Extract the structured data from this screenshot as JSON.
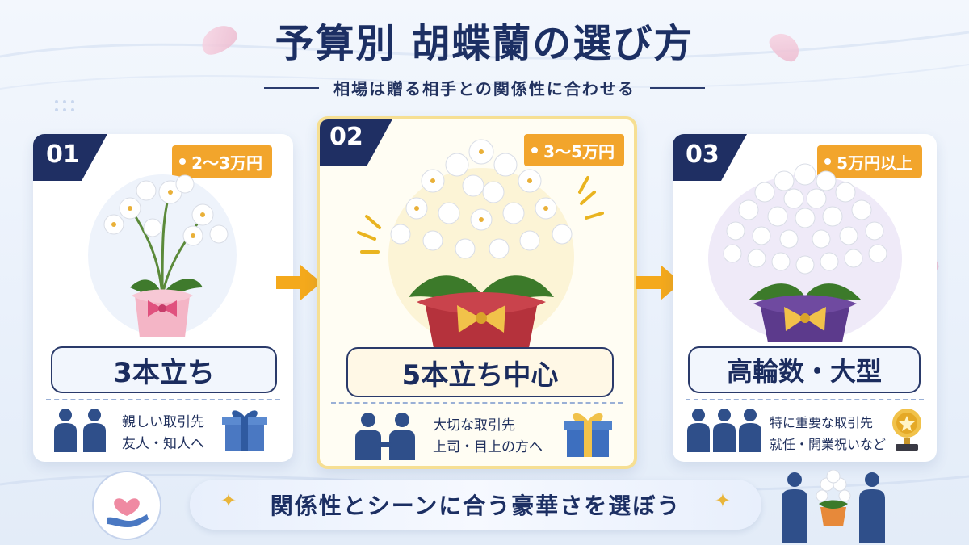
{
  "title": "予算別 胡蝶蘭の選び方",
  "subtitle": "相場は贈る相手との関係性に合わせる",
  "cards": [
    {
      "num": "01",
      "price": "2〜3万円",
      "label": "3本立ち",
      "desc": [
        "親しい取引先",
        "友人・知人へ"
      ]
    },
    {
      "num": "02",
      "price": "3〜5万円",
      "label": "5本立ち中心",
      "desc": [
        "大切な取引先",
        "上司・目上の方へ"
      ]
    },
    {
      "num": "03",
      "price": "5万円以上",
      "label": "高輪数・大型",
      "desc": [
        "特に重要な取引先",
        "就任・開業祝いなど"
      ]
    }
  ],
  "bottom": {
    "text": "関係性とシーンに合う豪華さを選ぼう"
  },
  "colors": {
    "navy": "#1f2f63",
    "accent": "#f2a52c",
    "highlight": "#f6df93"
  },
  "icons": [
    "business-people-icon",
    "gift-box-icon",
    "trophy-icon",
    "heart-hand-icon",
    "orchid-gift-icon"
  ]
}
